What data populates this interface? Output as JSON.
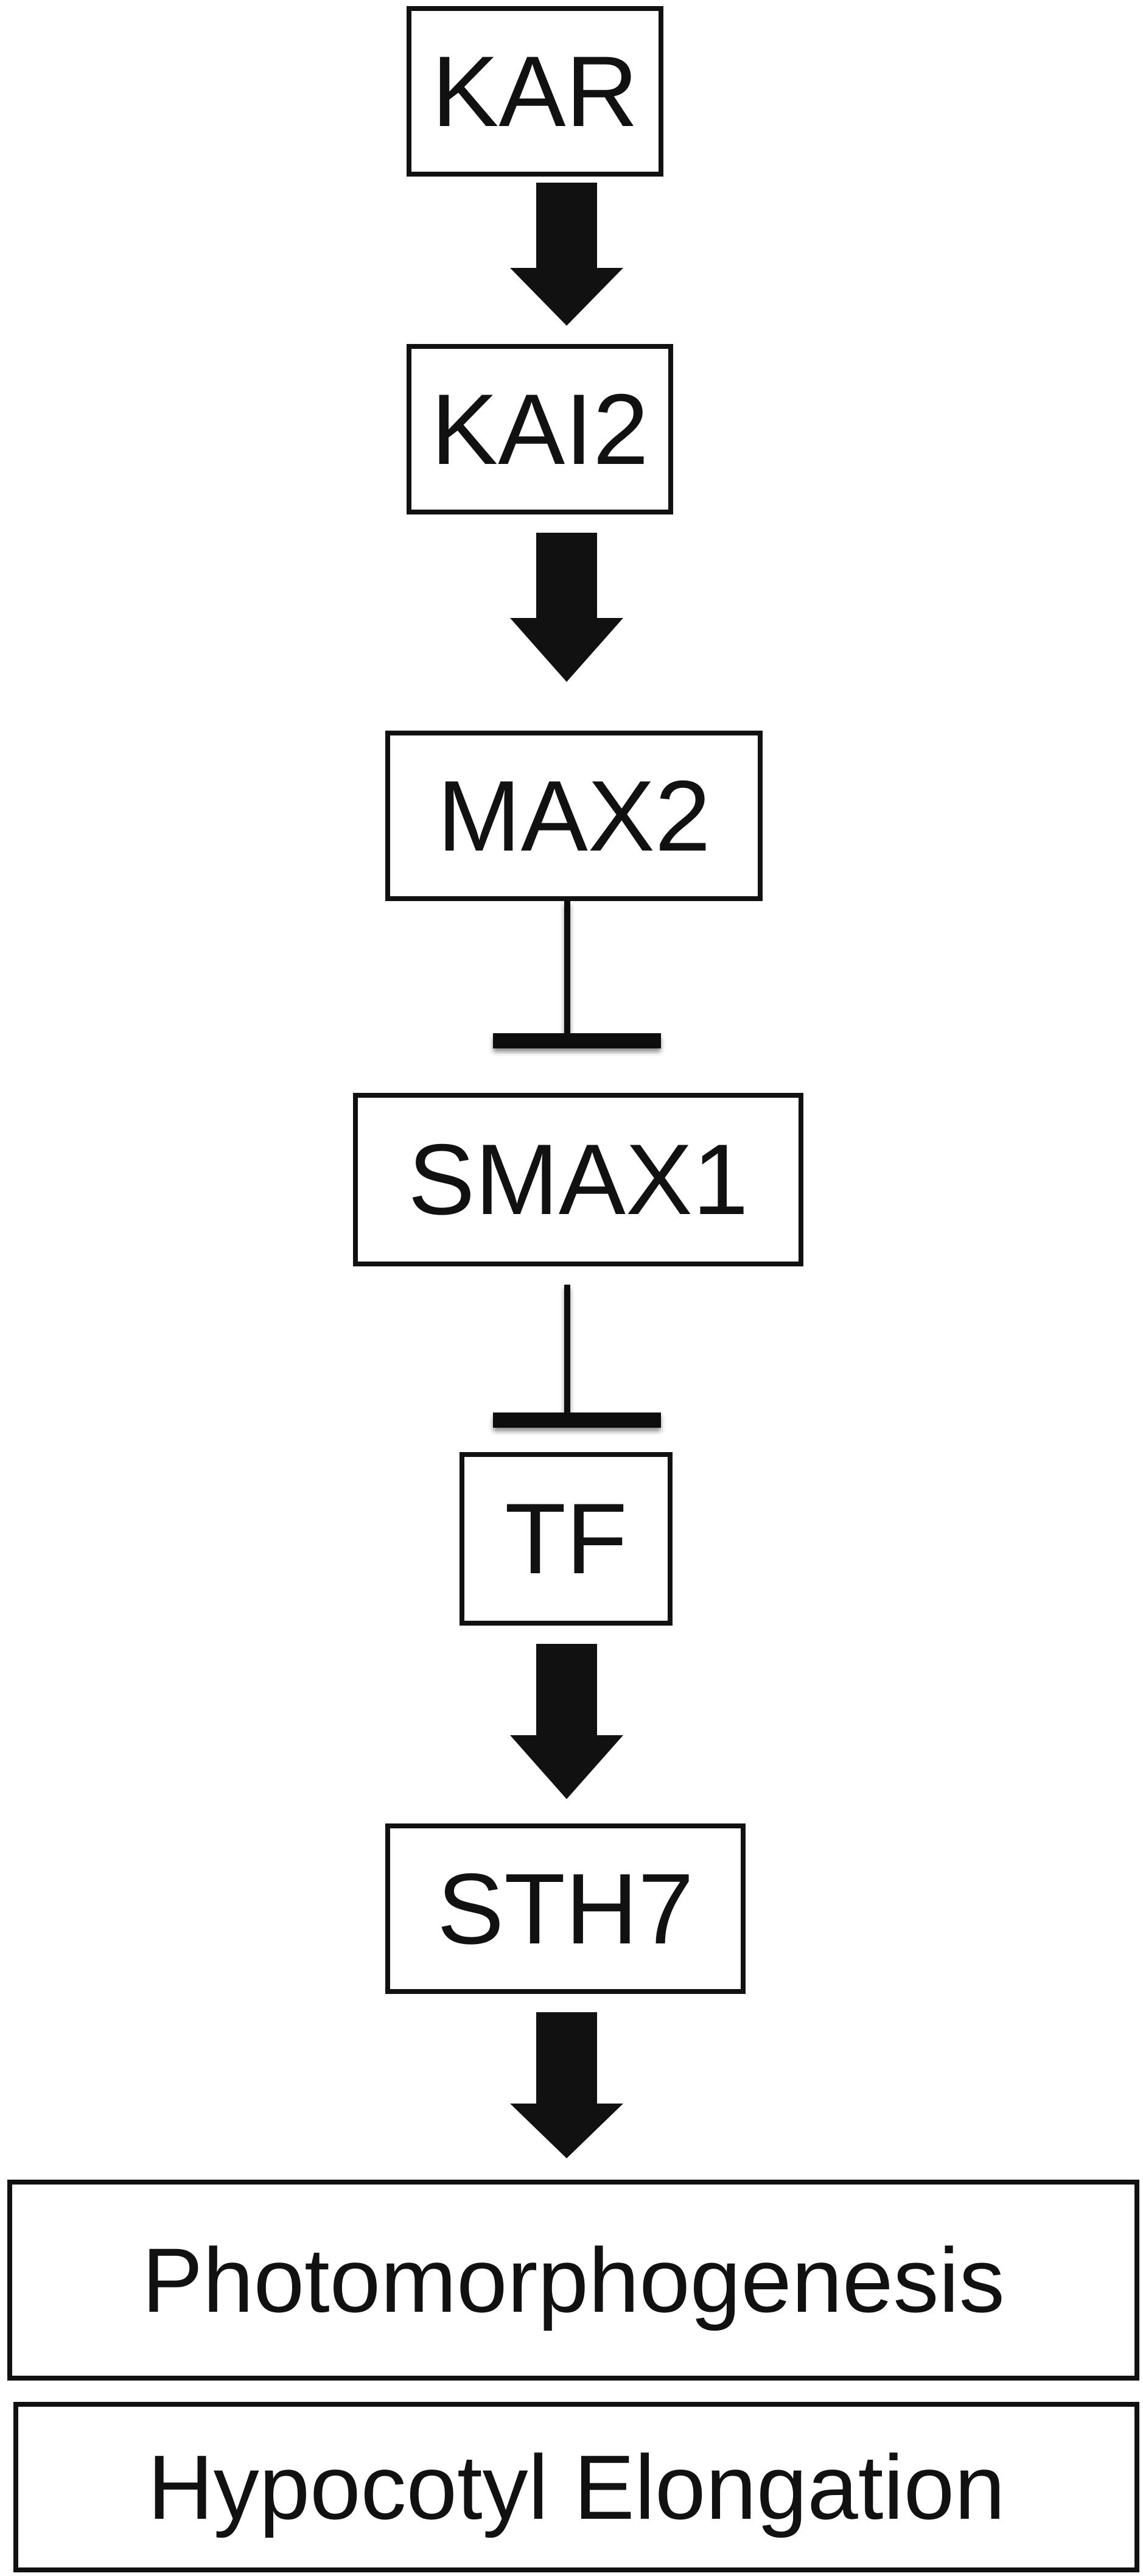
{
  "diagram": {
    "nodes": {
      "kar": "KAR",
      "kai2": "KAI2",
      "max2": "MAX2",
      "smax1": "SMAX1",
      "tf": "TF",
      "sth7": "STH7",
      "photomorphogenesis": "Photomorphogenesis",
      "hypocotyl_elongation": "Hypocotyl Elongation"
    },
    "edges": [
      {
        "from": "KAR",
        "to": "KAI2",
        "type": "activation"
      },
      {
        "from": "KAI2",
        "to": "MAX2",
        "type": "activation"
      },
      {
        "from": "MAX2",
        "to": "SMAX1",
        "type": "inhibition"
      },
      {
        "from": "SMAX1",
        "to": "TF",
        "type": "inhibition"
      },
      {
        "from": "TF",
        "to": "STH7",
        "type": "activation"
      },
      {
        "from": "STH7",
        "to": "Photomorphogenesis",
        "type": "activation"
      }
    ],
    "colors": {
      "stroke": "#111111",
      "background": "#ffffff"
    }
  }
}
